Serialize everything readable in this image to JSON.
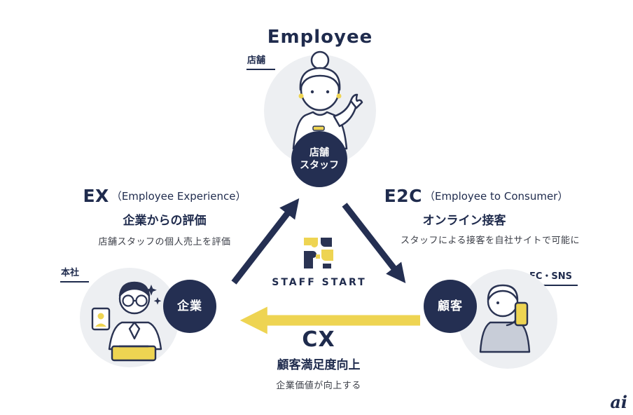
{
  "colors": {
    "navy": "#242f52",
    "yellow": "#eed452",
    "circle_bg": "#edeff2"
  },
  "top": {
    "title": "Employee",
    "tag": "店舗",
    "badge_line1": "店舗",
    "badge_line2": "スタッフ"
  },
  "left": {
    "heading": "EX",
    "heading_paren": "（Employee Experience）",
    "subtitle": "企業からの評価",
    "description": "店舗スタッフの個人売上を評価",
    "tag": "本社",
    "badge": "企業"
  },
  "right": {
    "heading": "E2C",
    "heading_paren": "（Employee to Consumer）",
    "subtitle": "オンライン接客",
    "description": "スタッフによる接客を自社サイトで可能に",
    "tag": "EC・SNS",
    "badge": "顧客"
  },
  "bottom": {
    "heading": "CX",
    "subtitle": "顧客満足度向上",
    "description": "企業価値が向上する"
  },
  "logo": {
    "text": "STAFF START"
  },
  "watermark": "ai"
}
